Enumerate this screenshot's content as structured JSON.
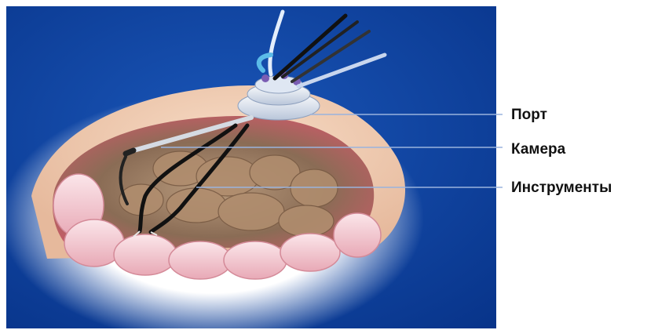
{
  "labels": {
    "port": "Порт",
    "camera": "Камера",
    "instruments": "Инструменты"
  },
  "colors": {
    "background": "#0b3f99",
    "leader_line": "#9ab3dd",
    "skin": "#f2d2b8",
    "cavity_rim": "#c9606a",
    "bowel": "#f1c7cf",
    "tissue": "#a9886a",
    "instrument": "#1a1a1a",
    "port": "#e8eef7",
    "label_text": "#111111"
  }
}
